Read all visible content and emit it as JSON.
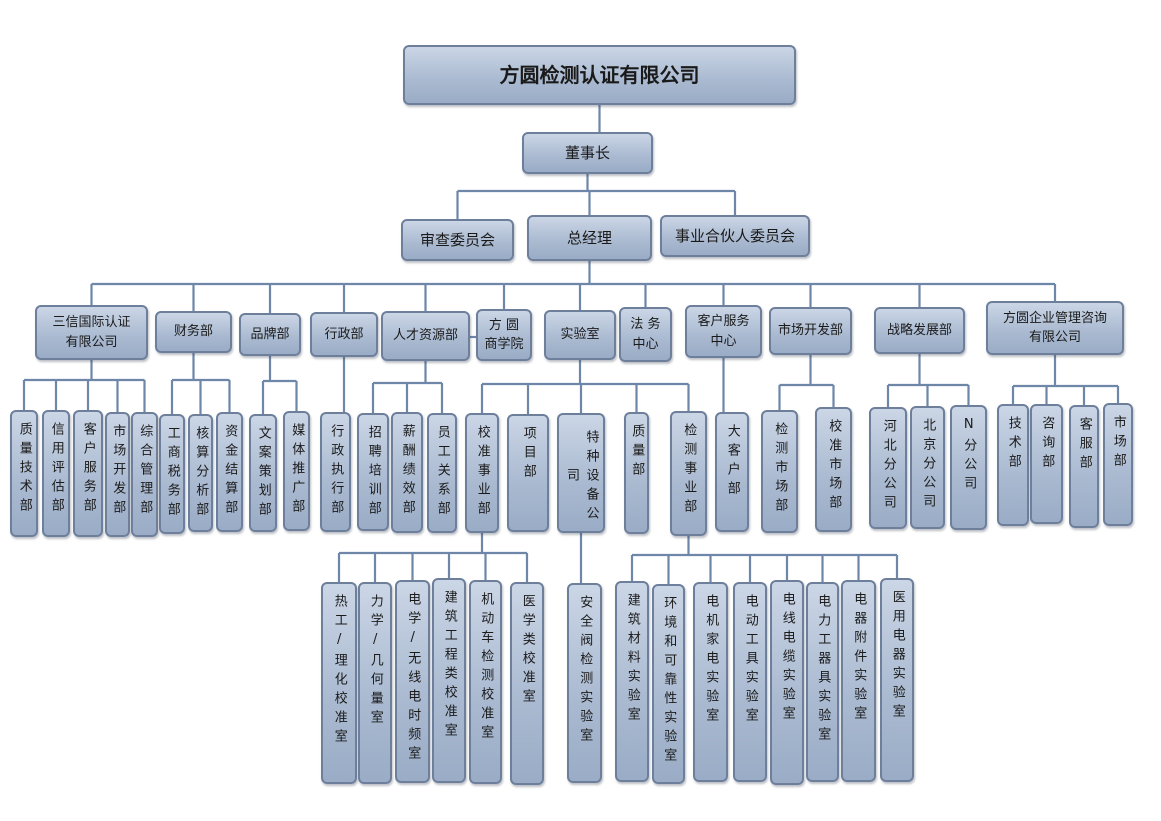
{
  "title": "方圆检测认证有限公司",
  "nodes": [
    {
      "id": "root",
      "label": "方圆检测认证有限公司",
      "parent": null
    },
    {
      "id": "chair",
      "label": "董事长",
      "parent": "root"
    },
    {
      "id": "audit",
      "label": "审查委员会",
      "parent": "chair"
    },
    {
      "id": "gm",
      "label": "总经理",
      "parent": "chair"
    },
    {
      "id": "partner",
      "label": "事业合伙人委员会",
      "parent": "chair"
    },
    {
      "id": "sanxin",
      "label": "三信国际认证\n有限公司",
      "parent": "gm"
    },
    {
      "id": "fin",
      "label": "财务部",
      "parent": "gm"
    },
    {
      "id": "brand",
      "label": "品牌部",
      "parent": "gm"
    },
    {
      "id": "admin",
      "label": "行政部",
      "parent": "gm"
    },
    {
      "id": "hr",
      "label": "人才资源部",
      "parent": "gm"
    },
    {
      "id": "school",
      "label": "方 圆\n商学院",
      "parent": "gm"
    },
    {
      "id": "lab",
      "label": "实验室",
      "parent": "gm"
    },
    {
      "id": "legal",
      "label": "法 务\n中心",
      "parent": "gm"
    },
    {
      "id": "cs",
      "label": "客户服务\n中心",
      "parent": "gm"
    },
    {
      "id": "mkt",
      "label": "市场开发部",
      "parent": "gm"
    },
    {
      "id": "strat",
      "label": "战略发展部",
      "parent": "gm"
    },
    {
      "id": "consult",
      "label": "方圆企业管理咨询\n有限公司",
      "parent": "gm"
    },
    {
      "id": "s1",
      "label": "质量技术部",
      "parent": "sanxin"
    },
    {
      "id": "s2",
      "label": "信用评估部",
      "parent": "sanxin"
    },
    {
      "id": "s3",
      "label": "客户服务部",
      "parent": "sanxin"
    },
    {
      "id": "s4",
      "label": "市场开发部",
      "parent": "sanxin"
    },
    {
      "id": "s5",
      "label": "综合管理部",
      "parent": "sanxin"
    },
    {
      "id": "f1",
      "label": "工商税务部",
      "parent": "fin"
    },
    {
      "id": "f2",
      "label": "核算分析部",
      "parent": "fin"
    },
    {
      "id": "f3",
      "label": "资金结算部",
      "parent": "fin"
    },
    {
      "id": "b1",
      "label": "文案策划部",
      "parent": "brand"
    },
    {
      "id": "b2",
      "label": "媒体推广部",
      "parent": "brand"
    },
    {
      "id": "a1",
      "label": "行政执行部",
      "parent": "admin"
    },
    {
      "id": "h1",
      "label": "招聘培训部",
      "parent": "hr"
    },
    {
      "id": "h2",
      "label": "薪酬绩效部",
      "parent": "hr"
    },
    {
      "id": "h3",
      "label": "员工关系部",
      "parent": "hr"
    },
    {
      "id": "l1",
      "label": "校准事业部",
      "parent": "lab"
    },
    {
      "id": "l2",
      "label": "项目部",
      "parent": "lab"
    },
    {
      "id": "l3",
      "label": "特种设备公司",
      "parent": "lab"
    },
    {
      "id": "l4",
      "label": "质量部",
      "parent": "lab"
    },
    {
      "id": "l5",
      "label": "检测事业部",
      "parent": "lab"
    },
    {
      "id": "c1",
      "label": "大客户部",
      "parent": "cs"
    },
    {
      "id": "m1",
      "label": "检测市场部",
      "parent": "mkt"
    },
    {
      "id": "m2",
      "label": "校准市场部",
      "parent": "mkt"
    },
    {
      "id": "st1",
      "label": "河北分公司",
      "parent": "strat"
    },
    {
      "id": "st2",
      "label": "北京分公司",
      "parent": "strat"
    },
    {
      "id": "st3",
      "label": "N分公司",
      "parent": "strat"
    },
    {
      "id": "k1",
      "label": "技术部",
      "parent": "consult"
    },
    {
      "id": "k2",
      "label": "咨询部",
      "parent": "consult"
    },
    {
      "id": "k3",
      "label": "客服部",
      "parent": "consult"
    },
    {
      "id": "k4",
      "label": "市场部",
      "parent": "consult"
    },
    {
      "id": "x1",
      "label": "热工/理化校准室",
      "parent": "l1"
    },
    {
      "id": "x2",
      "label": "力学/几何量室",
      "parent": "l1"
    },
    {
      "id": "x3",
      "label": "电学/无线电时频室",
      "parent": "l1"
    },
    {
      "id": "x4",
      "label": "建筑工程类校准室",
      "parent": "l1"
    },
    {
      "id": "x5",
      "label": "机动车检测校准室",
      "parent": "l1"
    },
    {
      "id": "x6",
      "label": "医学类校准室",
      "parent": "l1"
    },
    {
      "id": "y1",
      "label": "安全阀检测实验室",
      "parent": "l3"
    },
    {
      "id": "z1",
      "label": "建筑材料实验室",
      "parent": "l5"
    },
    {
      "id": "z2",
      "label": "环境和可靠性实验室",
      "parent": "l5"
    },
    {
      "id": "z3",
      "label": "电机家电实验室",
      "parent": "l5"
    },
    {
      "id": "z4",
      "label": "电动工具实验室",
      "parent": "l5"
    },
    {
      "id": "z5",
      "label": "电线电缆实验室",
      "parent": "l5"
    },
    {
      "id": "z6",
      "label": "电力工器具实验室",
      "parent": "l5"
    },
    {
      "id": "z7",
      "label": "电器附件实验室",
      "parent": "l5"
    },
    {
      "id": "z8",
      "label": "医用电器实验室",
      "parent": "l5"
    }
  ],
  "colors": {
    "line": "#6e86a8",
    "border": "#6d7f9b"
  }
}
